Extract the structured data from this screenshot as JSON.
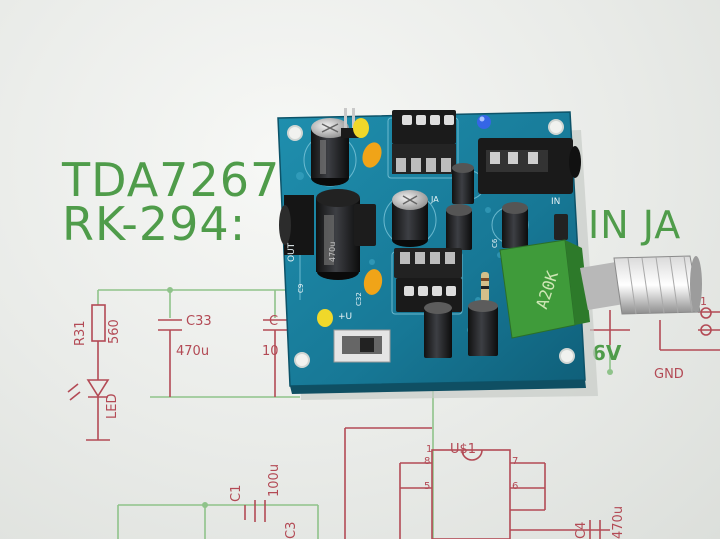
{
  "schematic": {
    "heading_line1": "TDA7267",
    "heading_line2": "RK-294:",
    "label_in_ja": "IN JA",
    "label_6v": "6V",
    "label_gnd": "GND",
    "r31_name": "R31",
    "r31_value": "560",
    "c33_name": "C33",
    "c33_value": "470u",
    "c_partial": "C",
    "c_partial_value": "10",
    "led_label": "LED",
    "c1_name": "C1",
    "c1_value": "100u",
    "c3_partial": "C3",
    "ic_name": "U$1",
    "pin1": "1",
    "pin8": "8",
    "pin5": "5",
    "pin7": "7",
    "pin6": "6",
    "c4_name": "C4",
    "c4_value": "470u",
    "conn_pin1": "1"
  },
  "board": {
    "silk_out": "OUT",
    "silk_in": "IN",
    "silk_plus_u": "+U",
    "silk_c9": "C9",
    "silk_c32": "C32",
    "silk_ja": "JA",
    "silk_c6": "C6",
    "pot_marking": "A20K",
    "cap_marking": "470u"
  },
  "colors": {
    "pcb": "#1a7f9c",
    "schematic_red": "#b34a55",
    "schematic_green": "#4f9c4a"
  }
}
